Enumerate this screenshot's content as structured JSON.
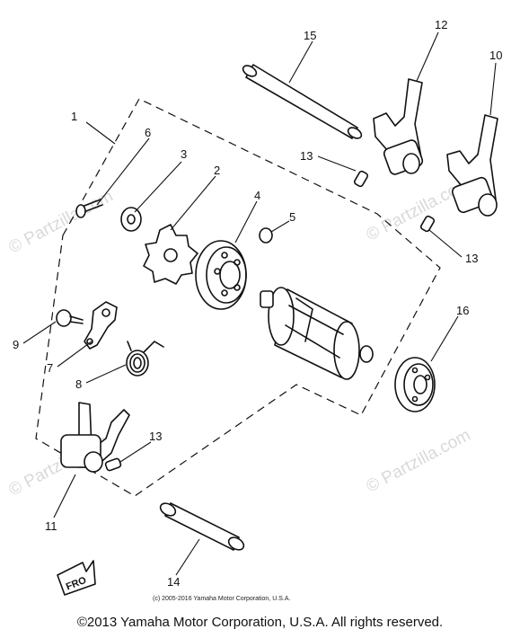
{
  "diagram": {
    "callouts": [
      {
        "id": "1",
        "label": "1"
      },
      {
        "id": "2",
        "label": "2"
      },
      {
        "id": "3",
        "label": "3"
      },
      {
        "id": "4",
        "label": "4"
      },
      {
        "id": "5",
        "label": "5"
      },
      {
        "id": "6",
        "label": "6"
      },
      {
        "id": "7",
        "label": "7"
      },
      {
        "id": "8",
        "label": "8"
      },
      {
        "id": "9",
        "label": "9"
      },
      {
        "id": "10",
        "label": "10"
      },
      {
        "id": "11",
        "label": "11"
      },
      {
        "id": "12",
        "label": "12"
      },
      {
        "id": "13a",
        "label": "13"
      },
      {
        "id": "13b",
        "label": "13"
      },
      {
        "id": "13c",
        "label": "13"
      },
      {
        "id": "14",
        "label": "14"
      },
      {
        "id": "15",
        "label": "15"
      },
      {
        "id": "16",
        "label": "16"
      }
    ],
    "front_marker": "FRO",
    "watermark": "© Partzilla.com",
    "copyright_small": "(c) 2005-2016 Yamaha Motor Corporation, U.S.A.",
    "copyright_main": "©2013 Yamaha Motor Corporation, U.S.A. All rights reserved."
  }
}
